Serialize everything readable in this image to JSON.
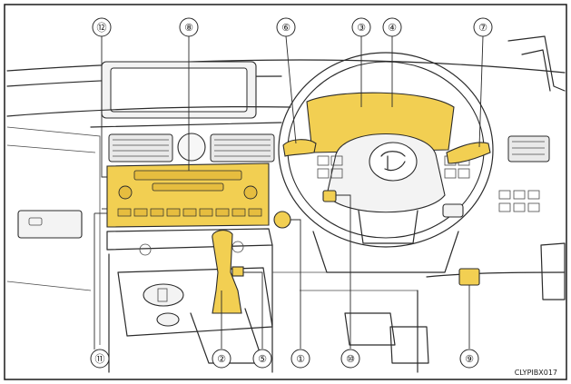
{
  "colors": {
    "highlight": "#f2cf52",
    "line": "#2b2b2b",
    "panel": "#f3f3f3",
    "border": "#1a1a1a"
  },
  "callouts": [
    {
      "id": "1",
      "label": "①"
    },
    {
      "id": "2",
      "label": "②"
    },
    {
      "id": "3",
      "label": "③"
    },
    {
      "id": "4",
      "label": "④"
    },
    {
      "id": "5",
      "label": "⑤"
    },
    {
      "id": "6",
      "label": "⑥"
    },
    {
      "id": "7",
      "label": "⑦"
    },
    {
      "id": "8",
      "label": "⑧"
    },
    {
      "id": "9",
      "label": "⑨"
    },
    {
      "id": "10",
      "label": "⑩"
    },
    {
      "id": "11",
      "label": "⑪"
    },
    {
      "id": "12",
      "label": "⑫"
    }
  ],
  "image_code": "CLYPIBX017"
}
